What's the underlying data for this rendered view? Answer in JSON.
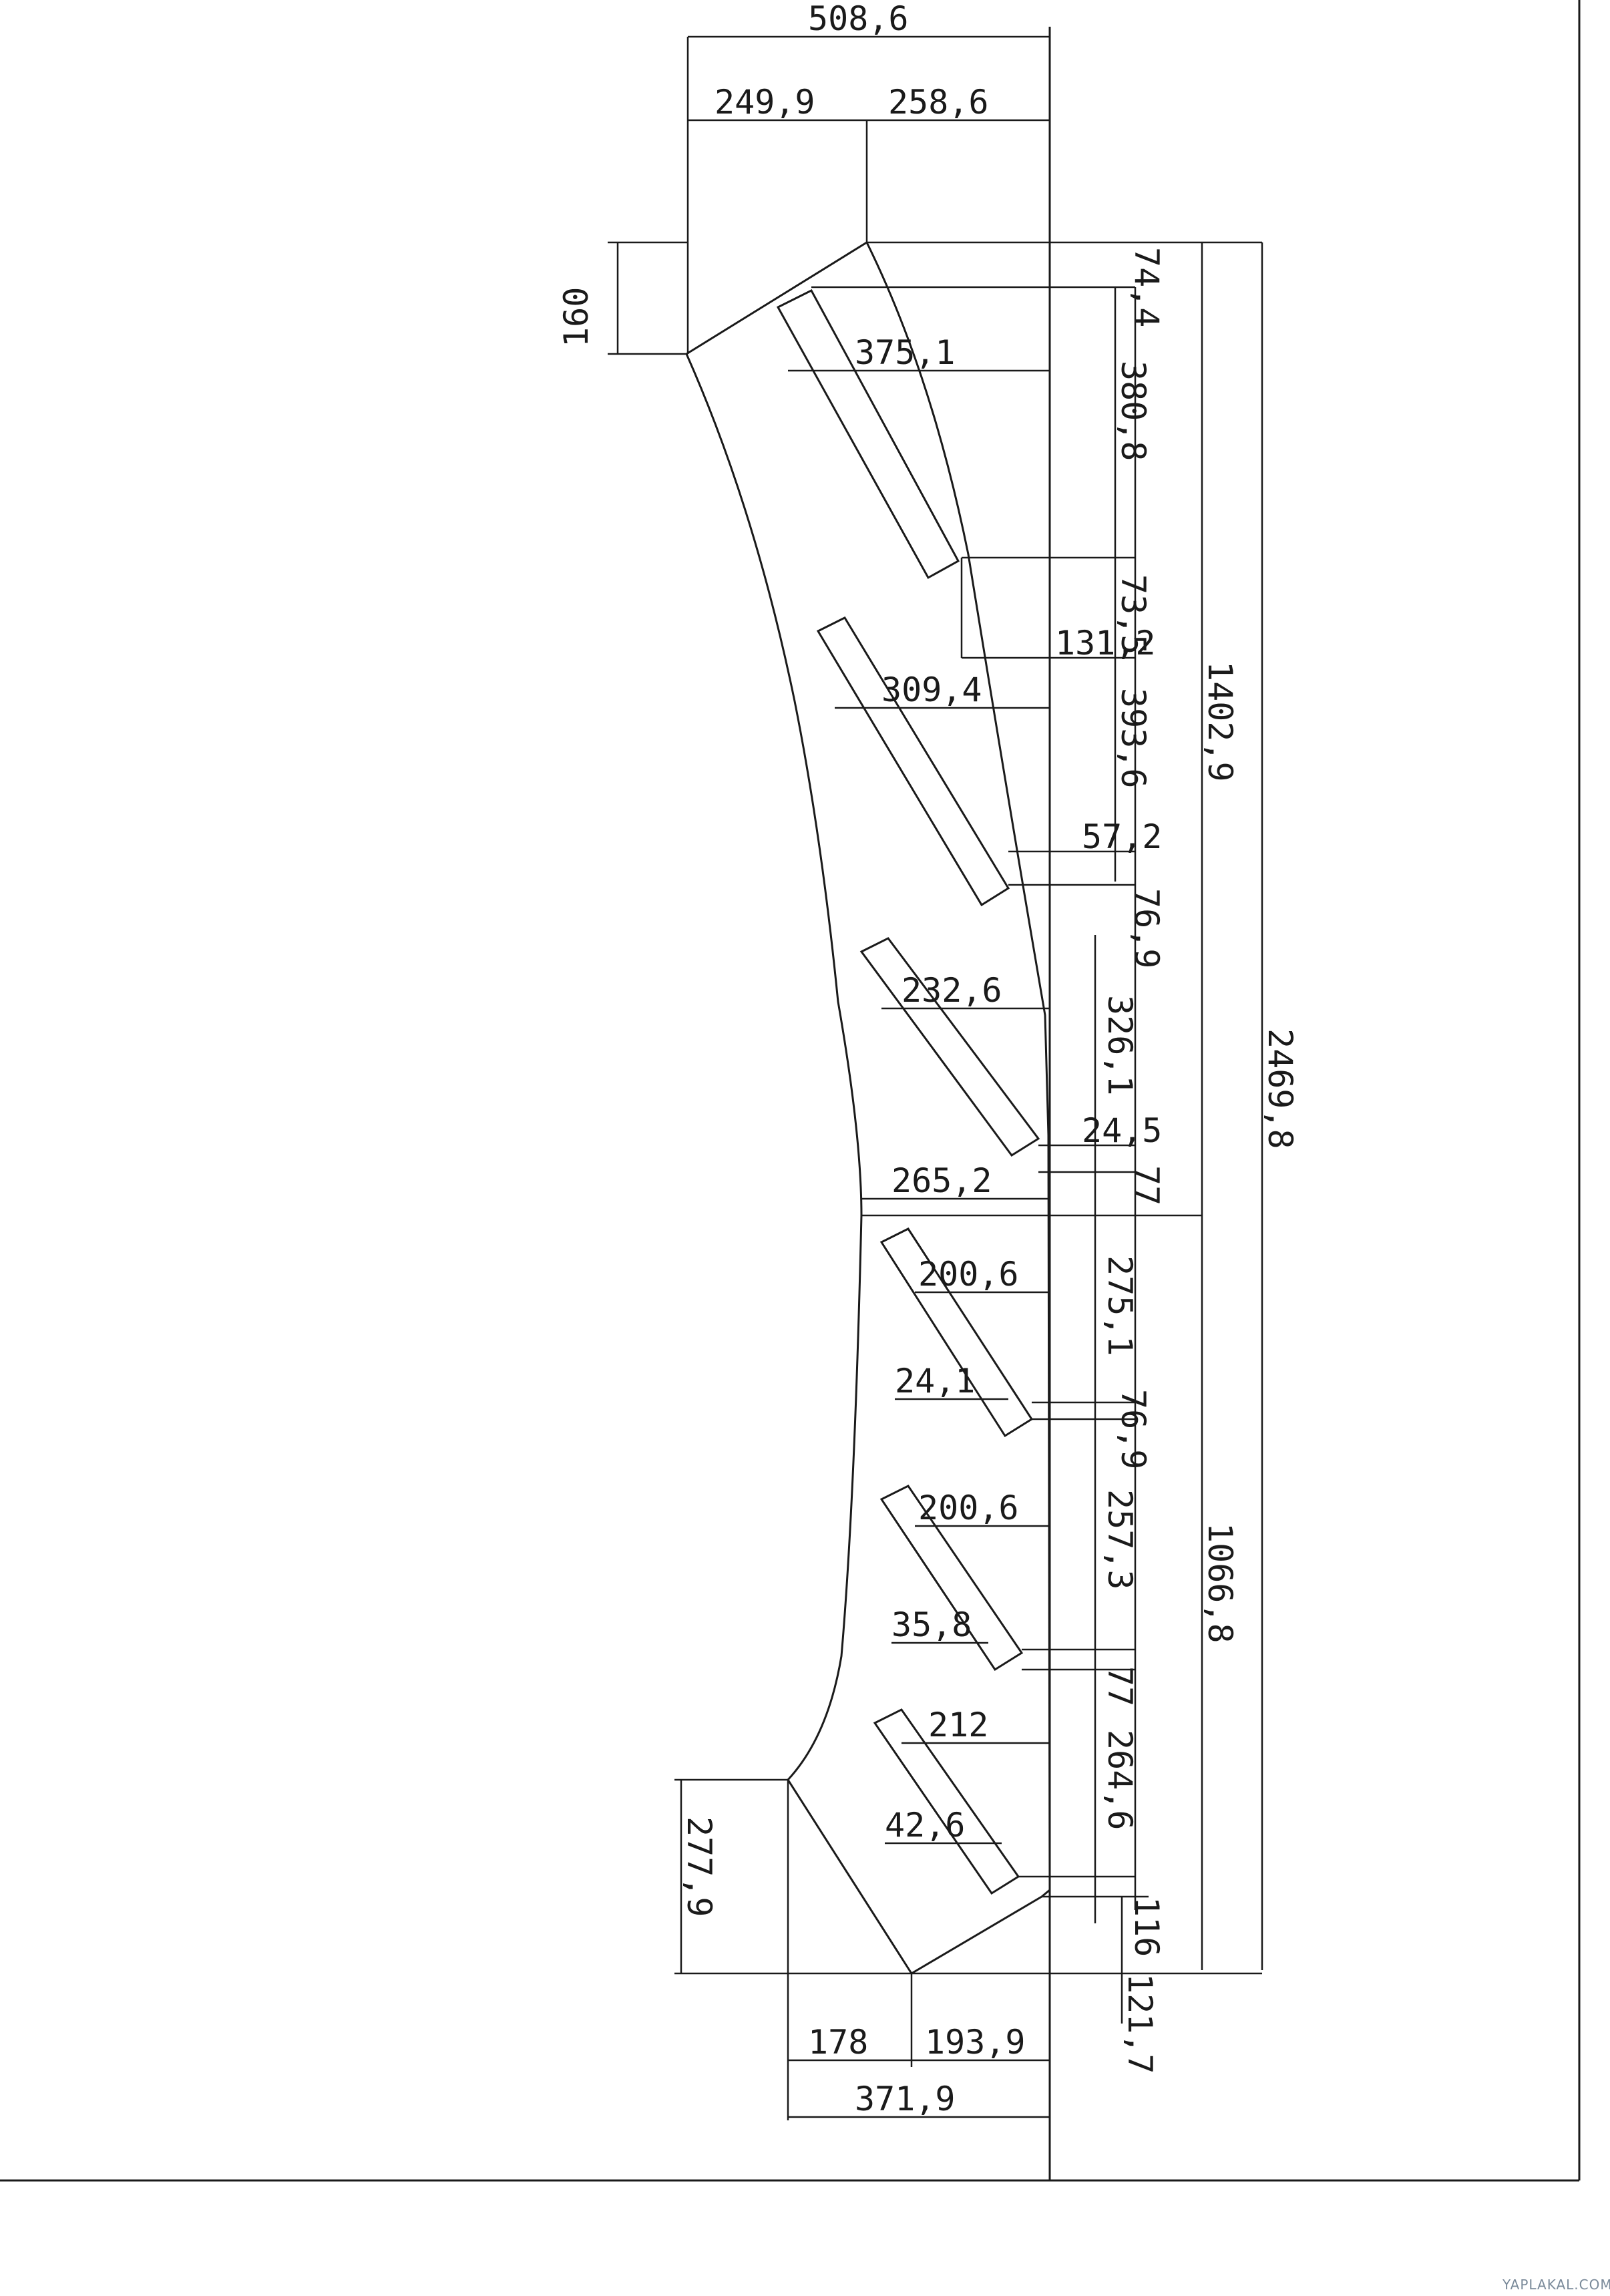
{
  "dimensions": {
    "top_total": "508,6",
    "top_left": "249,9",
    "top_right": "258,6",
    "top_offset": "74,4",
    "left_top": "160",
    "slot1_width": "375,1",
    "slot1_height": "380,8",
    "gap1": "73,5",
    "gap1_width": "131,2",
    "slot2_width": "309,4",
    "slot2_height": "393,6",
    "gap2_a": "57,2",
    "gap2_b": "76,9",
    "slot3_width": "232,6",
    "slot3_height": "326,1",
    "gap3_a": "24,5",
    "waist_width": "265,2",
    "gap3_b": "77",
    "upper_height": "1402,9",
    "overall_height": "2469,8",
    "slot4_width": "200,6",
    "slot4_height": "275,1",
    "slot4_offset": "24,1",
    "gap4": "76,9",
    "slot5_width": "200,6",
    "slot5_height": "257,3",
    "slot5_offset": "35,8",
    "gap5": "77",
    "slot6_width": "212",
    "slot6_height": "264,6",
    "slot6_offset": "42,6",
    "lower_height": "1066,8",
    "bottom_gap": "116",
    "left_bottom": "277,9",
    "bottom_offset": "121,7",
    "bottom_left": "178",
    "bottom_right": "193,9",
    "bottom_total": "371,9"
  },
  "watermark": "YAPLAKAL.COM"
}
